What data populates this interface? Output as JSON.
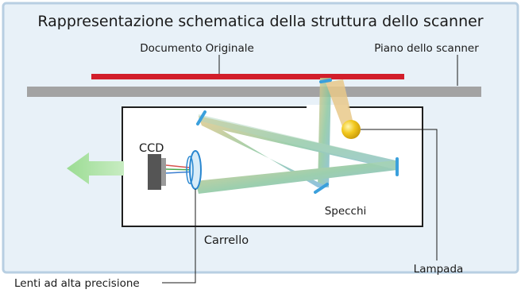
{
  "diagram": {
    "title": "Rappresentazione schematica della struttura dello scanner",
    "labels": {
      "document": "Documento Originale",
      "glass": "Piano dello scanner",
      "ccd": "CCD",
      "mirrors": "Specchi",
      "carriage": "Carrello",
      "lamp": "Lampada",
      "lens": "Lenti ad alta precisione"
    },
    "colors": {
      "frame_border": "#b8cfe2",
      "panel_background": "#e8f1f8",
      "document": "#d21e2b",
      "glass": "#a3a3a3",
      "mirror": "#3ba0dc",
      "lamp": "#f2c81e",
      "ccd": "#555555",
      "arrow": "#8fd48a"
    },
    "icons": [
      "movement-arrow-icon",
      "lamp-bulb-icon",
      "ccd-sensor-icon"
    ]
  }
}
